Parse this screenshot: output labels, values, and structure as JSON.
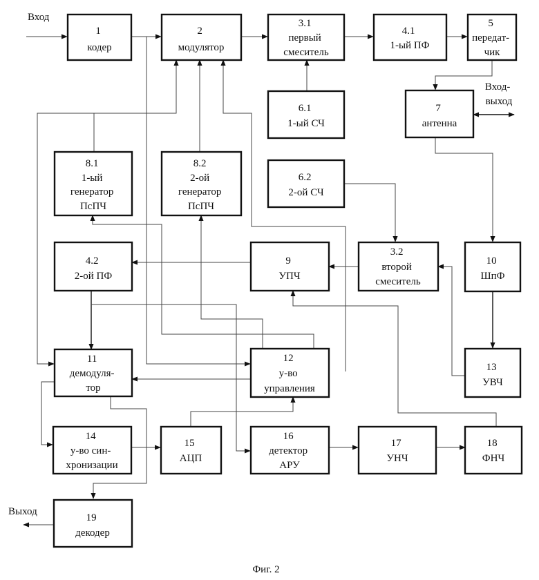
{
  "blocks": [
    {
      "id": "b1",
      "lines": [
        "1",
        "кодер"
      ]
    },
    {
      "id": "b2",
      "lines": [
        "2",
        "модулятор"
      ]
    },
    {
      "id": "b3_1",
      "lines": [
        "3.1",
        "первый",
        "смеситель"
      ]
    },
    {
      "id": "b4_1",
      "lines": [
        "4.1",
        "1-ый ПФ"
      ]
    },
    {
      "id": "b5",
      "lines": [
        "5",
        "передат-",
        "чик"
      ]
    },
    {
      "id": "b6_1",
      "lines": [
        "6.1",
        "1-ый СЧ"
      ]
    },
    {
      "id": "b7",
      "lines": [
        "7",
        "антенна"
      ]
    },
    {
      "id": "b8_1",
      "lines": [
        "8.1",
        "1-ый",
        "генератор",
        "ПсПЧ"
      ]
    },
    {
      "id": "b8_2",
      "lines": [
        "8.2",
        "2-ой",
        "генератор",
        "ПсПЧ"
      ]
    },
    {
      "id": "b6_2",
      "lines": [
        "6.2",
        "2-ой СЧ"
      ]
    },
    {
      "id": "b4_2",
      "lines": [
        "4.2",
        "2-ой ПФ"
      ]
    },
    {
      "id": "b9",
      "lines": [
        "9",
        "УПЧ"
      ]
    },
    {
      "id": "b3_2",
      "lines": [
        "3.2",
        "второй",
        "смеситель"
      ]
    },
    {
      "id": "b10",
      "lines": [
        "10",
        "ШпФ"
      ]
    },
    {
      "id": "b11",
      "lines": [
        "11",
        "демодуля-",
        "тор"
      ]
    },
    {
      "id": "b12",
      "lines": [
        "12",
        "у-во",
        "управления"
      ]
    },
    {
      "id": "b13",
      "lines": [
        "13",
        "УВЧ"
      ]
    },
    {
      "id": "b14",
      "lines": [
        "14",
        "у-во син-",
        "хронизации"
      ]
    },
    {
      "id": "b15",
      "lines": [
        "15",
        "АЦП"
      ]
    },
    {
      "id": "b16",
      "lines": [
        "16",
        "детектор",
        "АРУ"
      ]
    },
    {
      "id": "b17",
      "lines": [
        "17",
        "УНЧ"
      ]
    },
    {
      "id": "b18",
      "lines": [
        "18",
        "ФНЧ"
      ]
    },
    {
      "id": "b19",
      "lines": [
        "19",
        "декодер"
      ]
    }
  ],
  "labels": {
    "input": "Вход",
    "output": "Выход",
    "io_line1": "Вход-",
    "io_line2": "выход"
  },
  "caption": "Фиг. 2"
}
